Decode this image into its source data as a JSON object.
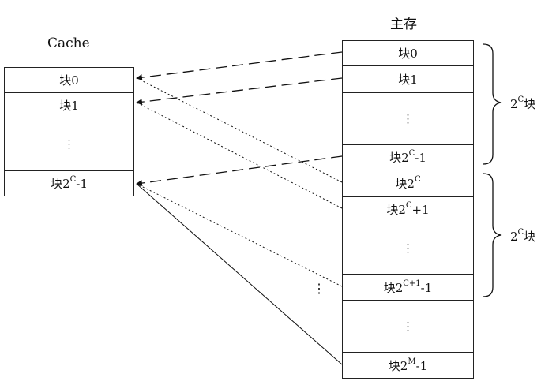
{
  "cache": {
    "title": "Cache",
    "rows": [
      {
        "base": "块0",
        "sup": "",
        "tail": ""
      },
      {
        "base": "块1",
        "sup": "",
        "tail": ""
      },
      {
        "dots": "⋮"
      },
      {
        "base": "块2",
        "sup": "C",
        "tail": "-1"
      }
    ]
  },
  "memory": {
    "title": "主存",
    "rows": [
      {
        "base": "块0",
        "sup": "",
        "tail": ""
      },
      {
        "base": "块1",
        "sup": "",
        "tail": ""
      },
      {
        "dots": "⋮"
      },
      {
        "base": "块2",
        "sup": "C",
        "tail": "-1"
      },
      {
        "base": "块2",
        "sup": "C",
        "tail": ""
      },
      {
        "base": "块2",
        "sup": "C",
        "tail": "+1"
      },
      {
        "dots": "⋮"
      },
      {
        "base": "块2",
        "sup": "C+1",
        "tail": "-1"
      },
      {
        "dots": "⋮"
      },
      {
        "base": "块2",
        "sup": "M",
        "tail": "-1"
      }
    ]
  },
  "braces": [
    {
      "base": "2",
      "sup": "C",
      "tail": "块"
    },
    {
      "base": "2",
      "sup": "C",
      "tail": "块"
    }
  ],
  "middle_dots": "⋮"
}
